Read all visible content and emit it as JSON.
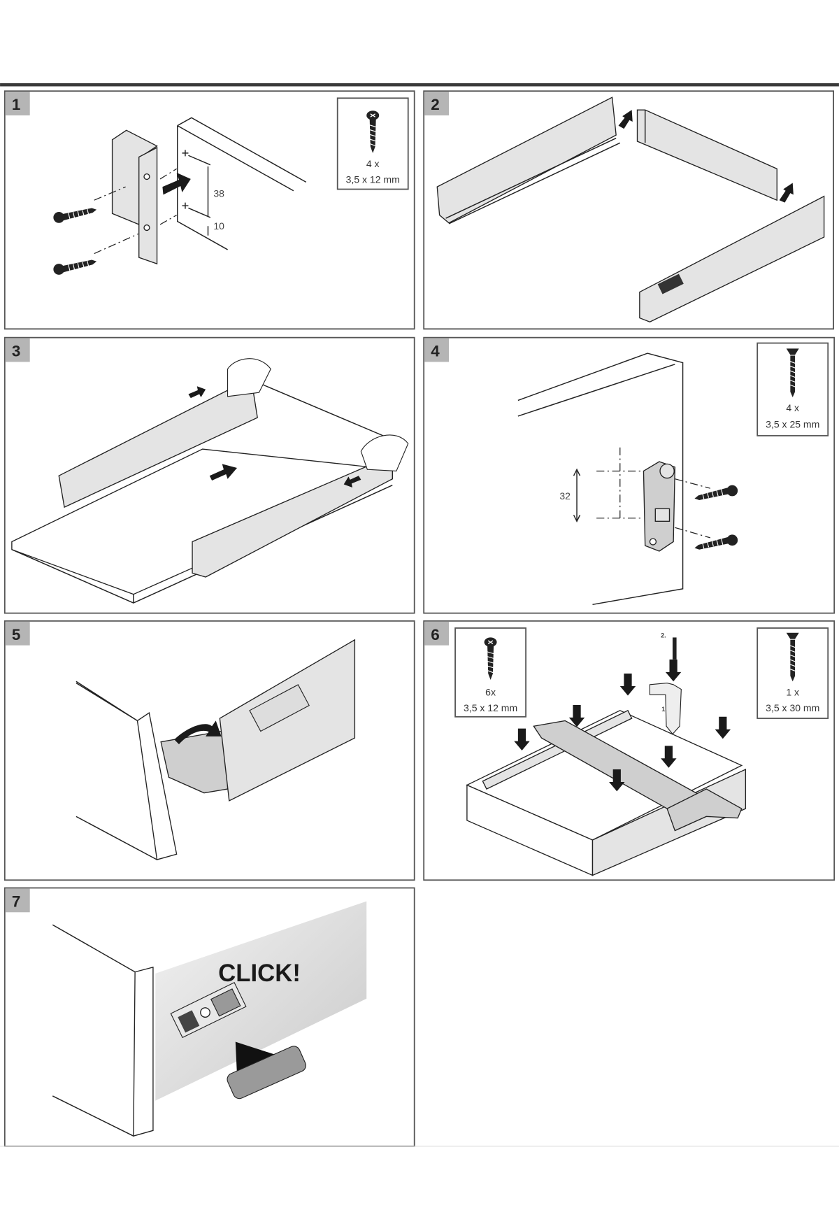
{
  "steps": [
    {
      "number": "1",
      "screw_qty": "4 x",
      "screw_size": "3,5 x 12 mm",
      "dim_a": "38",
      "dim_b": "10"
    },
    {
      "number": "2"
    },
    {
      "number": "3"
    },
    {
      "number": "4",
      "screw_qty": "4 x",
      "screw_size": "3,5 x 25 mm",
      "dim_a": "32"
    },
    {
      "number": "5"
    },
    {
      "number": "6",
      "screw_qty_left": "6x",
      "screw_size_left": "3,5 x 12 mm",
      "screw_qty_right": "1 x",
      "screw_size_right": "3,5 x 30 mm",
      "order_1": "1.",
      "order_2": "2."
    },
    {
      "number": "7",
      "click_text": "CLICK!"
    }
  ],
  "colors": {
    "badge": "#b5b5b5",
    "header_bar": "#3a3a3a",
    "panel_fill": "#e4e4e4"
  }
}
